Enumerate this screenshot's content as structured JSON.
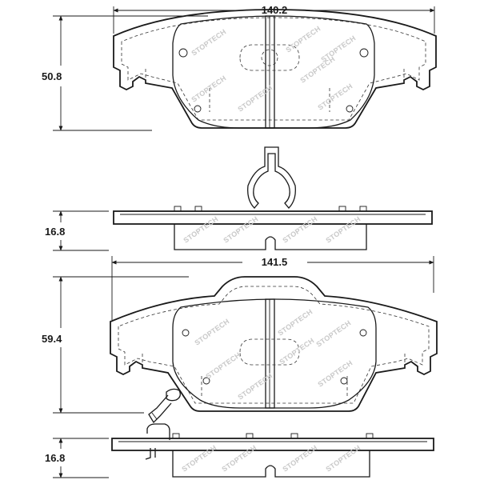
{
  "dimensions": {
    "top_width": "140.2",
    "top_height": "50.8",
    "top_side_thickness": "16.8",
    "bottom_width": "141.5",
    "bottom_height": "59.4",
    "bottom_side_thickness": "16.8"
  },
  "watermark": {
    "brand": "STOP",
    "brand_suffix": "TECH"
  },
  "colors": {
    "line": "#1a1a1a",
    "watermark": "#c9c9c9",
    "background": "#ffffff"
  }
}
